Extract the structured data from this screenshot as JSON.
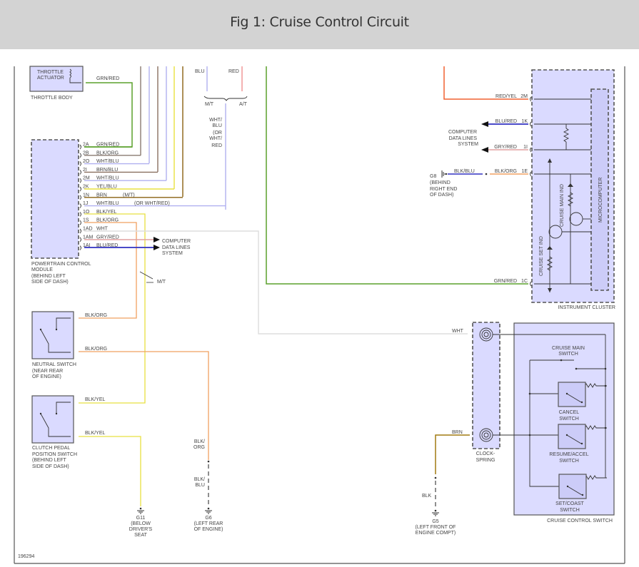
{
  "header": {
    "title": "Fig 1: Cruise Control Circuit"
  },
  "figure_id": "196294",
  "components": {
    "throttle_actuator": "THROTTLE\nACTUATOR",
    "throttle_body": "THROTTLE BODY",
    "pcm": [
      "POWERTRAIN CONTROL",
      "MODULE",
      "(BEHIND LEFT",
      "SIDE OF DASH)"
    ],
    "neutral_switch": [
      "NEUTRAL SWITCH",
      "(NEAR REAR",
      "OF ENGINE)"
    ],
    "clutch_switch": [
      "CLUTCH PEDAL",
      "POSITION SWITCH",
      "(BEHIND LEFT",
      "SIDE OF DASH)"
    ],
    "instrument_cluster": "INSTRUMENT CLUSTER",
    "microcomputer": "MICROCOMPUTER",
    "cruise_main_ind": "CRUISE MAIN IND",
    "cruise_set_ind": "CRUISE SET IND",
    "clockspring": [
      "CLOCK-",
      "SPRING"
    ],
    "cruise_control_switch": "CRUISE CONTROL SWITCH",
    "cruise_main_switch": [
      "CRUISE MAIN",
      "SWITCH"
    ],
    "cancel_switch": [
      "CANCEL",
      "SWITCH"
    ],
    "resume_accel_switch": [
      "RESUME/ACCEL",
      "SWITCH"
    ],
    "set_coast_switch": [
      "SET/COAST",
      "SWITCH"
    ],
    "computer_data_lines": [
      "COMPUTER",
      "DATA LINES",
      "SYSTEM"
    ]
  },
  "pcm_pins": [
    {
      "pin": "2A",
      "wire": "GRN/RED",
      "color": "#5aa02c",
      "stripe": "#e08070"
    },
    {
      "pin": "2B",
      "wire": "BLK/ORG",
      "color": "#8a7a70",
      "stripe": "#f0a060"
    },
    {
      "pin": "2O",
      "wire": "WHT/BLU",
      "color": "#b0b0f0",
      "stripe": "#ffffff"
    },
    {
      "pin": "2I",
      "wire": "BRN/BLU",
      "color": "#8a7060",
      "stripe": "#b0b0f0"
    },
    {
      "pin": "2M",
      "wire": "WHT/BLU",
      "color": "#b0b0f0",
      "stripe": "#ffffff"
    },
    {
      "pin": "2K",
      "wire": "YEL/BLU",
      "color": "#e8e040",
      "stripe": "#b0b0f0"
    },
    {
      "pin": "1N",
      "wire": "BRN",
      "color": "#8a6010",
      "stripe": "#8a6010",
      "note": "(M/T)"
    },
    {
      "pin": "1J",
      "wire": "WHT/BLU",
      "color": "#b0b0f0",
      "stripe": "#ffffff",
      "note": "(OR WHT/RED)"
    },
    {
      "pin": "1O",
      "wire": "BLK/YEL",
      "color": "#8a8060",
      "stripe": "#e8e040"
    },
    {
      "pin": "1S",
      "wire": "BLK/ORG",
      "color": "#8a7a70",
      "stripe": "#f0a060"
    },
    {
      "pin": "1AD",
      "wire": "WHT",
      "color": "#dddddd",
      "stripe": "#dddddd"
    },
    {
      "pin": "1AM",
      "wire": "GRY/RED",
      "color": "#e0a0a0",
      "stripe": "#e0a0a0"
    },
    {
      "pin": "1AI",
      "wire": "BLU/RED",
      "color": "#3030c0",
      "stripe": "#c04060"
    }
  ],
  "labels": {
    "throttle_wire": "GRN/RED",
    "blu": "BLU",
    "red": "RED",
    "mt": "M/T",
    "at": "A/T",
    "wht_blu_or_wht_red": [
      "WHT/",
      "BLU",
      "(OR",
      "WHT/",
      "RED"
    ],
    "mt_callout": "M/T",
    "neutral_top_wire": "BLK/ORG",
    "neutral_bottom_wire": "BLK/ORG",
    "clutch_top_wire": "BLK/YEL",
    "clutch_bottom_wire": "BLK/YEL",
    "blk_org_vert": [
      "BLK/",
      "ORG"
    ],
    "blk_blu_vert": [
      "BLK/",
      "BLU"
    ],
    "g11": [
      "G11",
      "(BELOW",
      "DRIVER'S",
      "SEAT"
    ],
    "g6": [
      "G6",
      "(LEFT REAR",
      "OF ENGINE)"
    ],
    "g5": [
      "G5",
      "(LEFT FRONT OF",
      "ENGINE COMPT)"
    ],
    "g8": [
      "G8",
      "(BEHIND",
      "RIGHT END",
      "OF DASH)"
    ],
    "cluster_pins": [
      {
        "pin": "2M",
        "wire": "RED/YEL"
      },
      {
        "pin": "1K",
        "wire": "BLU/RED"
      },
      {
        "pin": "1I",
        "wire": "GRY/RED"
      },
      {
        "pin": "1E",
        "wire": "BLK/ORG"
      },
      {
        "pin": "1C",
        "wire": "GRN/RED"
      }
    ],
    "g8_wire": "BLK/BLU",
    "clock_wht": "WHT",
    "clock_brn": "BRN",
    "blk": "BLK"
  }
}
